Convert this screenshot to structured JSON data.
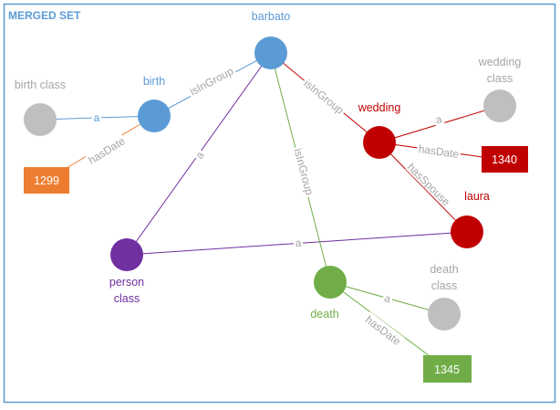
{
  "set_title": "MERGED SET",
  "colors": {
    "blue": "#5b9bd5",
    "red": "#c00000",
    "green": "#70ad47",
    "purple": "#7030a0",
    "orange": "#ed7d31",
    "gray": "#bfbfbf",
    "gray_text": "#a6a6a6",
    "frame": "#5b9bd5"
  },
  "nodes": {
    "barbato": {
      "label": "barbato",
      "color": "#5b9bd5",
      "label_color": "#5b9bd5"
    },
    "birth": {
      "label": "birth",
      "color": "#5b9bd5",
      "label_color": "#5b9bd5"
    },
    "birth_class": {
      "label": "birth class",
      "color": "#bfbfbf",
      "label_color": "#a6a6a6"
    },
    "wedding": {
      "label": "wedding",
      "color": "#c00000",
      "label_color": "#c00000"
    },
    "wedding_class": {
      "label_line1": "wedding",
      "label_line2": "class",
      "color": "#bfbfbf",
      "label_color": "#a6a6a6"
    },
    "laura": {
      "label": "laura",
      "color": "#c00000",
      "label_color": "#c00000"
    },
    "person_class": {
      "label_line1": "person",
      "label_line2": "class",
      "color": "#7030a0",
      "label_color": "#7030a0"
    },
    "death": {
      "label": "death",
      "color": "#70ad47",
      "label_color": "#70ad47"
    },
    "death_class": {
      "label_line1": "death",
      "label_line2": "class",
      "color": "#bfbfbf",
      "label_color": "#a6a6a6"
    }
  },
  "boxes": {
    "birth_date": {
      "value": "1299",
      "color": "#ed7d31"
    },
    "wedding_date": {
      "value": "1340",
      "color": "#c00000"
    },
    "death_date": {
      "value": "1345",
      "color": "#70ad47"
    }
  },
  "edges": {
    "birth_isInGroup": {
      "label": "isInGroup",
      "color": "#5b9bd5"
    },
    "birth_a": {
      "label": "a",
      "color": "#5b9bd5"
    },
    "birth_hasDate": {
      "label": "hasDate",
      "color": "#ed7d31"
    },
    "barbato_a_person": {
      "label": "a",
      "color": "#7030a0"
    },
    "wedding_isInGroup": {
      "label": "isInGroup",
      "color": "#c00000"
    },
    "wedding_a": {
      "label": "a",
      "color": "#c00000"
    },
    "wedding_hasDate": {
      "label": "hasDate",
      "color": "#c00000"
    },
    "wedding_hasSpouse": {
      "label": "hasSpouse",
      "color": "#c00000"
    },
    "laura_a_person": {
      "label": "a",
      "color": "#7030a0"
    },
    "death_isInGroup": {
      "label": "isInGroup",
      "color": "#70ad47"
    },
    "death_a": {
      "label": "a",
      "color": "#70ad47"
    },
    "death_hasDate": {
      "label": "hasDate",
      "color": "#70ad47"
    }
  }
}
